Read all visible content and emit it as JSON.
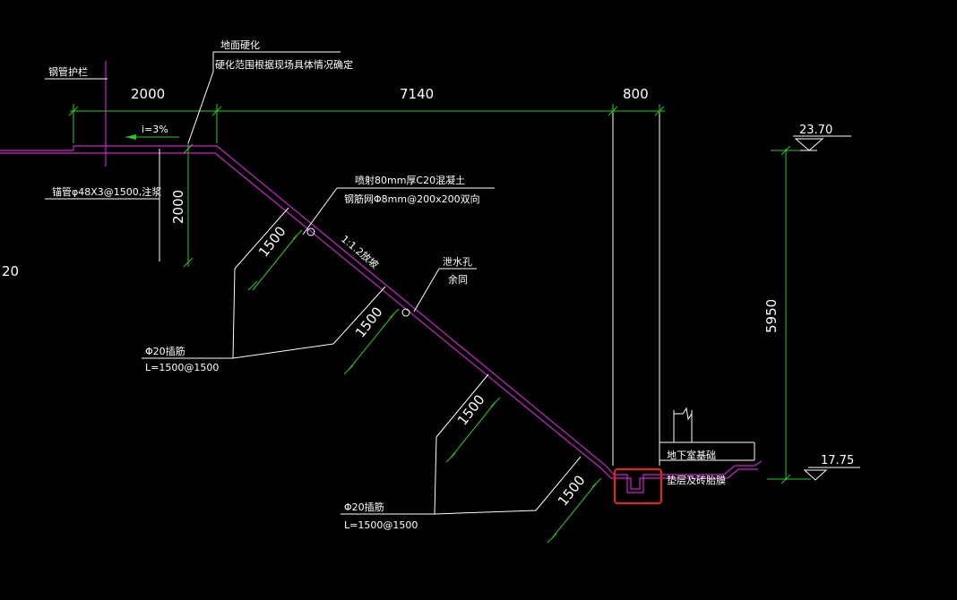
{
  "colors": {
    "background": "#000000",
    "slope_line": "#cc22cc",
    "dimension": "#22cc22",
    "leader": "#ffffff",
    "highlight_box": "#ff1a1a"
  },
  "dimensions": {
    "top_2000": "2000",
    "top_7140": "7140",
    "top_800": "800",
    "vertical_2000": "2000",
    "height_5950": "5950",
    "anchor_spacing_1": "1500",
    "anchor_spacing_2": "1500",
    "anchor_spacing_3": "1500",
    "anchor_spacing_4": "1500",
    "drain_gradient": "i=3%"
  },
  "elevations": {
    "top": "23.70",
    "bottom": "17.75"
  },
  "labels": {
    "guardrail": "钢管护栏",
    "ground_hardening": "地面硬化",
    "hardening_range": "硬化范围根据现场具体情况确定",
    "anchor_pipe": "锚管φ48X3@1500,注浆",
    "shotcrete": "喷射80mm厚C20混凝土",
    "mesh": "钢筋网Φ8mm@200x200双向",
    "slope_ratio": "1:1.2放坡",
    "weep_hole": "泄水孔",
    "weep_hole_spacing": "余同",
    "dowel_upper": "Φ20插筋",
    "dowel_upper_len": "L=1500@1500",
    "dowel_lower": "Φ20插筋",
    "dowel_lower_len": "L=1500@1500",
    "basement_foundation": "地下室基础",
    "cushion_construction": "垫层及砖胎膜",
    "left_edge_fragment": "20"
  }
}
